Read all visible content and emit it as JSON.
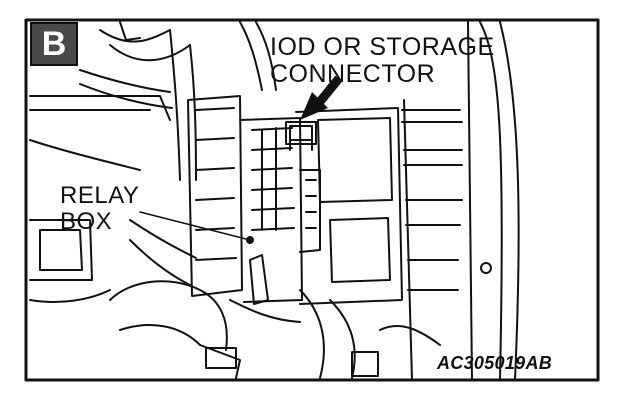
{
  "figure": {
    "panel_letter": "B",
    "callouts": [
      {
        "lines": [
          "IOD OR STORAGE",
          "CONNECTOR"
        ]
      },
      {
        "lines": [
          "RELAY",
          "BOX"
        ]
      }
    ],
    "figure_code": "AC305019AB"
  },
  "colors": {
    "line": "#111111",
    "badge": "#4a4a4a",
    "background": "#ffffff"
  },
  "icons": [
    "arrow-icon"
  ]
}
